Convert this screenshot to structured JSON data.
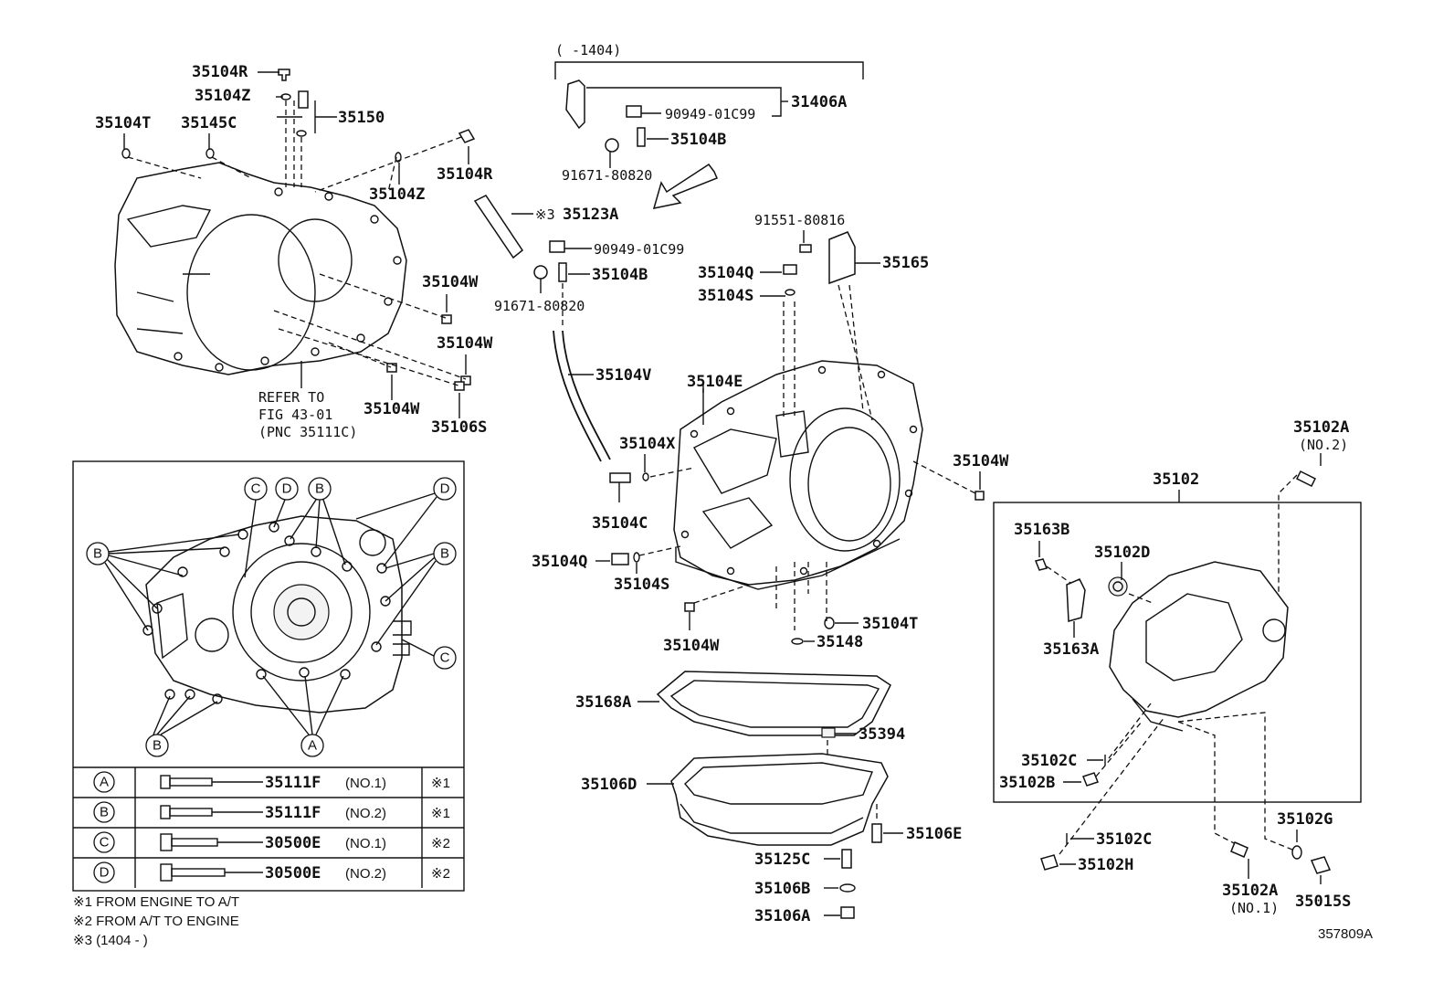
{
  "diagram_id": "357809A",
  "top_range_label": "(     -1404)",
  "refer_note": {
    "line1": "REFER TO",
    "line2": "FIG 43-01",
    "line3": "(PNC 35111C)"
  },
  "parts": {
    "p35104R_top": "35104R",
    "p35104Z_top": "35104Z",
    "p35150": "35150",
    "p35104T_left": "35104T",
    "p35145C": "35145C",
    "p35104R_right": "35104R",
    "p35104Z_right": "35104Z",
    "p35104W_a": "35104W",
    "p35104W_b": "35104W",
    "p35104W_c": "35104W",
    "p35106S": "35106S",
    "p31406A": "31406A",
    "p90949_a": "90949-01C99",
    "p35104B_a": "35104B",
    "p91671_a": "91671-80820",
    "p35123A": "35123A",
    "p35123A_mark": "※3",
    "p90949_b": "90949-01C99",
    "p35104B_b": "35104B",
    "p91671_b": "91671-80820",
    "p35104V": "35104V",
    "p91551": "91551-80816",
    "p35165": "35165",
    "p35104Q_top": "35104Q",
    "p35104S_top": "35104S",
    "p35104E": "35104E",
    "p35104X": "35104X",
    "p35104C": "35104C",
    "p35104Q_low": "35104Q",
    "p35104S_low": "35104S",
    "p35104W_right": "35104W",
    "p35104W_low": "35104W",
    "p35104T_low": "35104T",
    "p35148": "35148",
    "p35168A": "35168A",
    "p35394": "35394",
    "p35106D": "35106D",
    "p35106E": "35106E",
    "p35125C": "35125C",
    "p35106B": "35106B",
    "p35106A": "35106A",
    "p35102": "35102",
    "p35102A_top": "35102A",
    "p35102A_top_no": "(NO.2)",
    "p35163B": "35163B",
    "p35102D": "35102D",
    "p35163A": "35163A",
    "p35102C_a": "35102C",
    "p35102B": "35102B",
    "p35102C_b": "35102C",
    "p35102H": "35102H",
    "p35102A_low": "35102A",
    "p35102A_low_no": "(NO.1)",
    "p35102G": "35102G",
    "p35015S": "35015S"
  },
  "inset_callouts": {
    "A": "A",
    "B": "B",
    "C": "C",
    "D": "D"
  },
  "bolt_table": [
    {
      "key": "A",
      "part": "35111F",
      "size": "(NO.1)",
      "note": "※1"
    },
    {
      "key": "B",
      "part": "35111F",
      "size": "(NO.2)",
      "note": "※1"
    },
    {
      "key": "C",
      "part": "30500E",
      "size": "(NO.1)",
      "note": "※2"
    },
    {
      "key": "D",
      "part": "30500E",
      "size": "(NO.2)",
      "note": "※2"
    }
  ],
  "footnotes": {
    "n1": "※1 FROM ENGINE TO A/T",
    "n2": "※2 FROM A/T TO ENGINE",
    "n3": "※3 (1404 -        )"
  }
}
